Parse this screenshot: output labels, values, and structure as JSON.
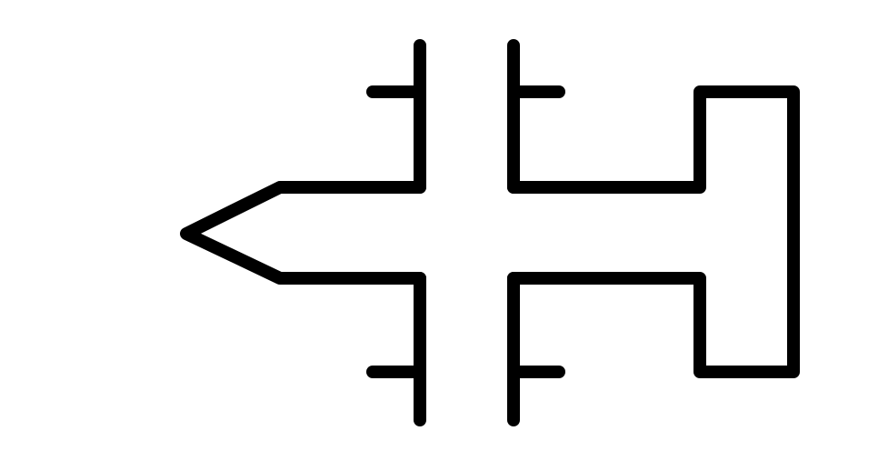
{
  "diagram": {
    "stroke_color": "#000000",
    "background_color": "#ffffff",
    "parts": [
      {
        "name": "left-half-top-stub",
        "kind": "open-path"
      },
      {
        "name": "left-half-upper-arm",
        "kind": "open-path"
      },
      {
        "name": "left-half-bottom-stub",
        "kind": "open-path"
      },
      {
        "name": "left-half-lower-arm",
        "kind": "open-path"
      },
      {
        "name": "pointed-tip",
        "kind": "open-path"
      },
      {
        "name": "right-half-top-stub",
        "kind": "open-path"
      },
      {
        "name": "right-half-upper-arm",
        "kind": "open-path"
      },
      {
        "name": "right-half-bottom-stub",
        "kind": "open-path"
      },
      {
        "name": "right-half-lower-arm",
        "kind": "open-path"
      },
      {
        "name": "right-end-loop",
        "kind": "open-path"
      }
    ]
  }
}
